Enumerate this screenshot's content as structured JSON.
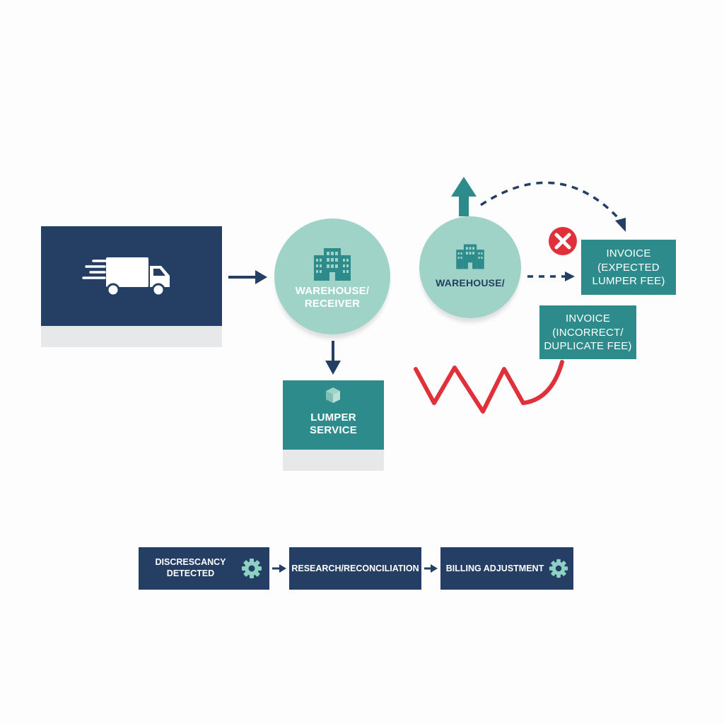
{
  "nodes": {
    "receiver": {
      "line1": "WAREHOUSE/",
      "line2": "RECEIVER"
    },
    "warehouse": {
      "line1": "WAREHOUSE/"
    },
    "lumper": {
      "line1": "LUMPER",
      "line2": "SERVICE"
    },
    "invoice_expected": {
      "line1": "INVOICE",
      "line2": "(EXPECTED",
      "line3": "LUMPER FEE)"
    },
    "invoice_incorrect": {
      "line1": "INVOICE",
      "line2": "(INCORRECT/",
      "line3": "DUPLICATE FEE)"
    }
  },
  "process_steps": [
    {
      "line1": "DISCRESCANCY",
      "line2": "DETECTED"
    },
    {
      "line1": "RESEARCH/RECONCILIATION"
    },
    {
      "line1": "BILLING ADJUSTMENT"
    }
  ],
  "colors": {
    "navy": "#243f63",
    "teal": "#2e8b8c",
    "mint": "#9fd3c7",
    "error_red": "#e0303a",
    "gear": "#8fd0c4"
  },
  "icons": [
    "truck-icon",
    "building-icon",
    "box-icon",
    "error-x-icon",
    "gear-icon",
    "up-arrow-icon"
  ]
}
